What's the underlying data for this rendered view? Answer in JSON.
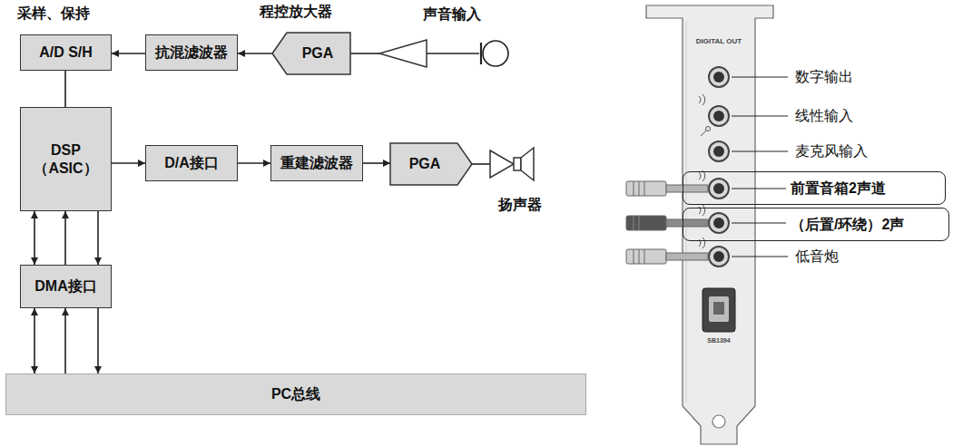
{
  "diagram": {
    "nodes": [
      {
        "text": [
          "采样、保持",
          "A/D S/H"
        ]
      },
      {
        "text": [
          "抗混滤波器"
        ]
      },
      {
        "text": [
          "程控放大器",
          "PGA"
        ]
      },
      {
        "text": [
          "声音输入"
        ]
      },
      {
        "text": [
          "DSP （ASIC）"
        ]
      },
      {
        "text": [
          "D/A接口"
        ]
      },
      {
        "text": [
          "重建滤波器"
        ]
      },
      {
        "text": [
          "PGA"
        ]
      },
      {
        "text": [
          "扬声器"
        ]
      },
      {
        "text": [
          "DMA接口"
        ]
      },
      {
        "text": [
          "PC总线"
        ]
      },
      {
        "text": [
          "前置音箱2声道"
        ]
      },
      {
        "text": [
          "（后置/环绕）2声"
        ]
      }
    ],
    "edges": [
      {
        "from": 3,
        "to": 2,
        "arrow": "none"
      },
      {
        "from": 2,
        "to": 1,
        "arrow": "to"
      },
      {
        "from": 1,
        "to": 0,
        "arrow": "to"
      },
      {
        "from": 0,
        "to": 4,
        "arrow": "none"
      },
      {
        "from": 4,
        "to": 5,
        "arrow": "to"
      },
      {
        "from": 5,
        "to": 6,
        "arrow": "to"
      },
      {
        "from": 6,
        "to": 7,
        "arrow": "to"
      },
      {
        "from": 7,
        "to": 8,
        "arrow": "none"
      },
      {
        "from": 4,
        "to": 9,
        "arrow": "both"
      },
      {
        "from": 9,
        "to": 4,
        "arrow": "to"
      },
      {
        "from": 4,
        "to": 9,
        "arrow": "to"
      },
      {
        "from": 9,
        "to": 10,
        "arrow": "both"
      },
      {
        "from": 10,
        "to": 9,
        "arrow": "to"
      },
      {
        "from": 9,
        "to": 10,
        "arrow": "to"
      }
    ],
    "labels": [
      "DIGITAL OUT",
      "数字输出",
      "线性输入",
      "麦克风输入",
      "低音炮",
      "SB1394"
    ]
  }
}
